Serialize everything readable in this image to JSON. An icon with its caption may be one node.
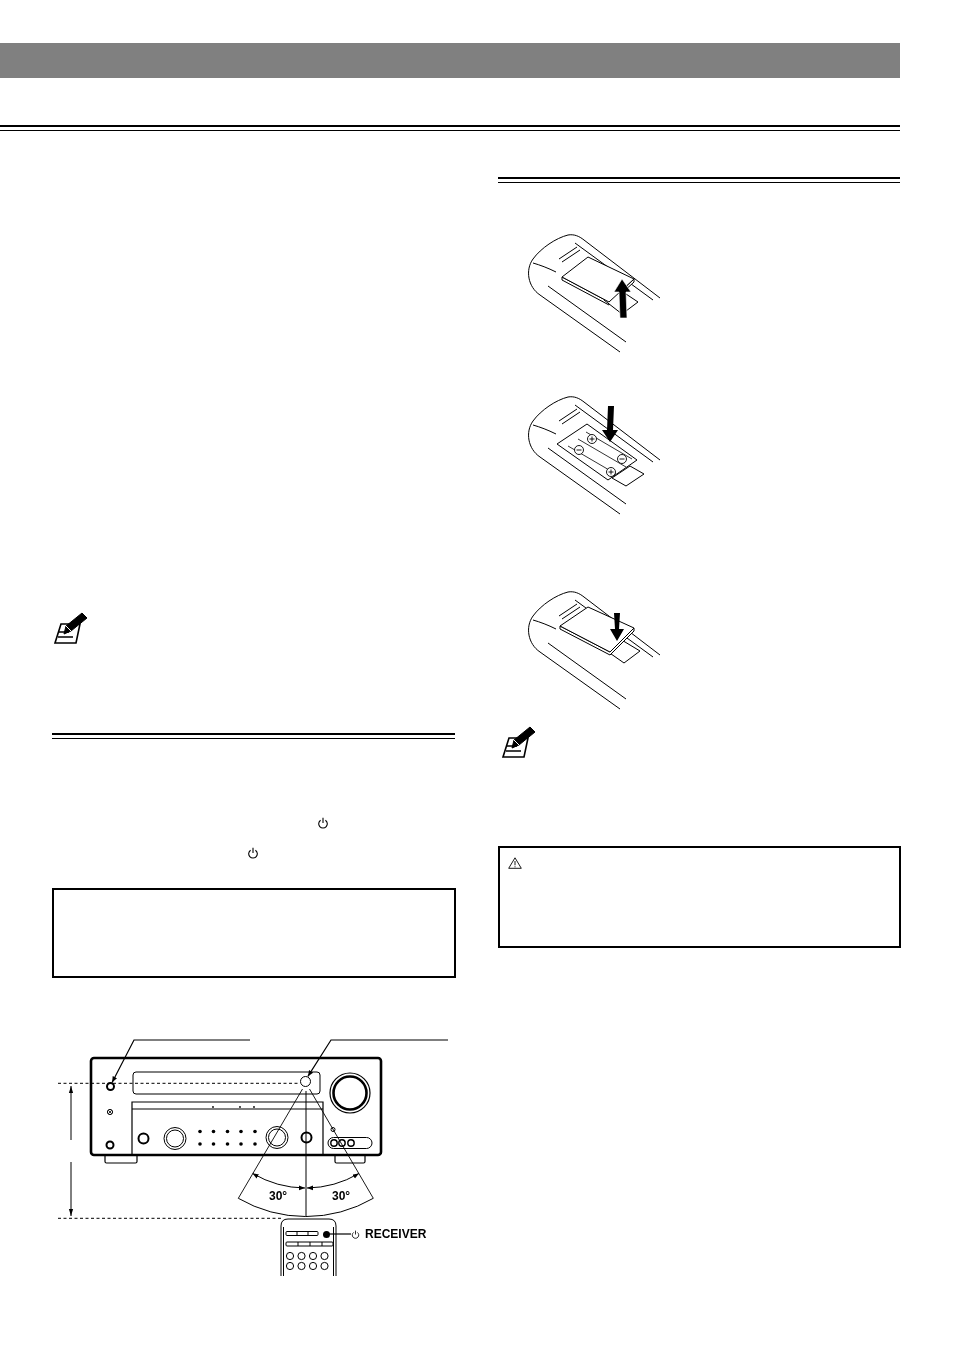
{
  "diagram": {
    "nodes": [
      {
        "text": [
          "RECEIVER"
        ]
      },
      {
        "text": [],
        "shape": "circle"
      },
      {
        "text": [],
        "shape": "circle"
      },
      {
        "text": [],
        "shape": "circle"
      }
    ],
    "edges": [
      {
        "from": 0,
        "to": 1,
        "arrow": "none"
      },
      {
        "from": null,
        "to": 2,
        "arrow": "to"
      },
      {
        "from": null,
        "to": 3,
        "arrow": "to"
      }
    ],
    "labels": [
      "30°",
      "30°"
    ]
  }
}
